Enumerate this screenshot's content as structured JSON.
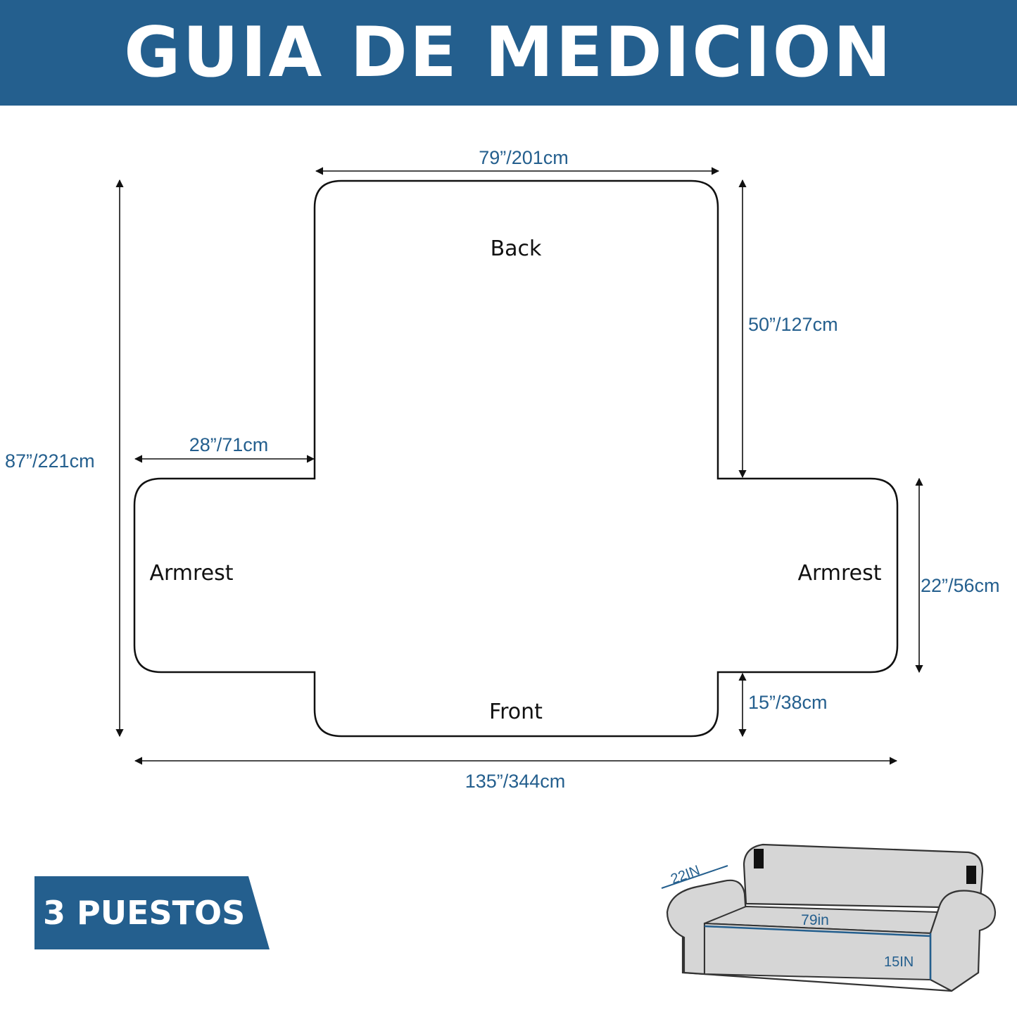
{
  "header": {
    "title": "GUIA DE MEDICION"
  },
  "diagram": {
    "zones": {
      "back": "Back",
      "front": "Front",
      "armrest_left": "Armrest",
      "armrest_right": "Armrest"
    },
    "dimensions": {
      "back_width": "79”/201cm",
      "back_height": "50”/127cm",
      "total_height": "87”/221cm",
      "armrest_width": "28”/71cm",
      "armrest_height": "22”/56cm",
      "front_height": "15”/38cm",
      "total_width": "135”/344cm"
    }
  },
  "badge": {
    "label": "3 PUESTOS"
  },
  "sofa": {
    "label_armrest": "22IN",
    "label_seat_width": "79in",
    "label_front": "15IN"
  },
  "colors": {
    "accent": "#245f8e",
    "outline": "#111111",
    "sofa_fill": "#d6d6d6"
  }
}
